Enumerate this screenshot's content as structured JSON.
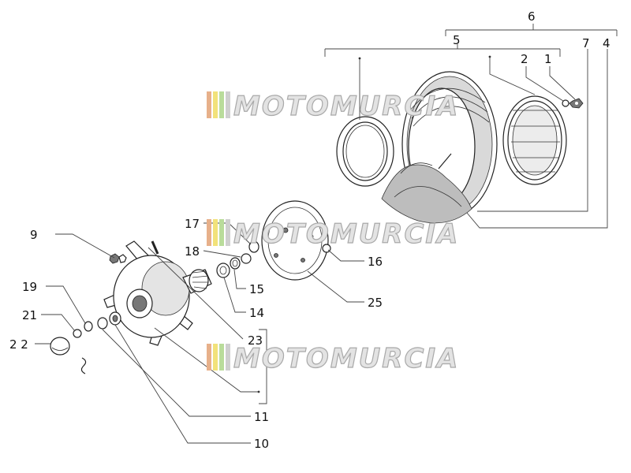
{
  "callouts": {
    "n1": "1",
    "n2": "2",
    "n4": "4",
    "n5": "5",
    "n6": "6",
    "n7": "7",
    "n9": "9",
    "n10": "10",
    "n11": "11",
    "n14": "14",
    "n15": "15",
    "n16": "16",
    "n17": "17",
    "n18": "18",
    "n19": "19",
    "n21": "21",
    "n22": "2 2",
    "n23": "23",
    "n25": "25"
  },
  "watermark": {
    "text": "MOTOMURCIA"
  },
  "colors": {
    "stripe1": "#e7b08a",
    "stripe2": "#f2e27a",
    "stripe3": "#b9dc9b",
    "stripe4": "#cfcfcf"
  }
}
